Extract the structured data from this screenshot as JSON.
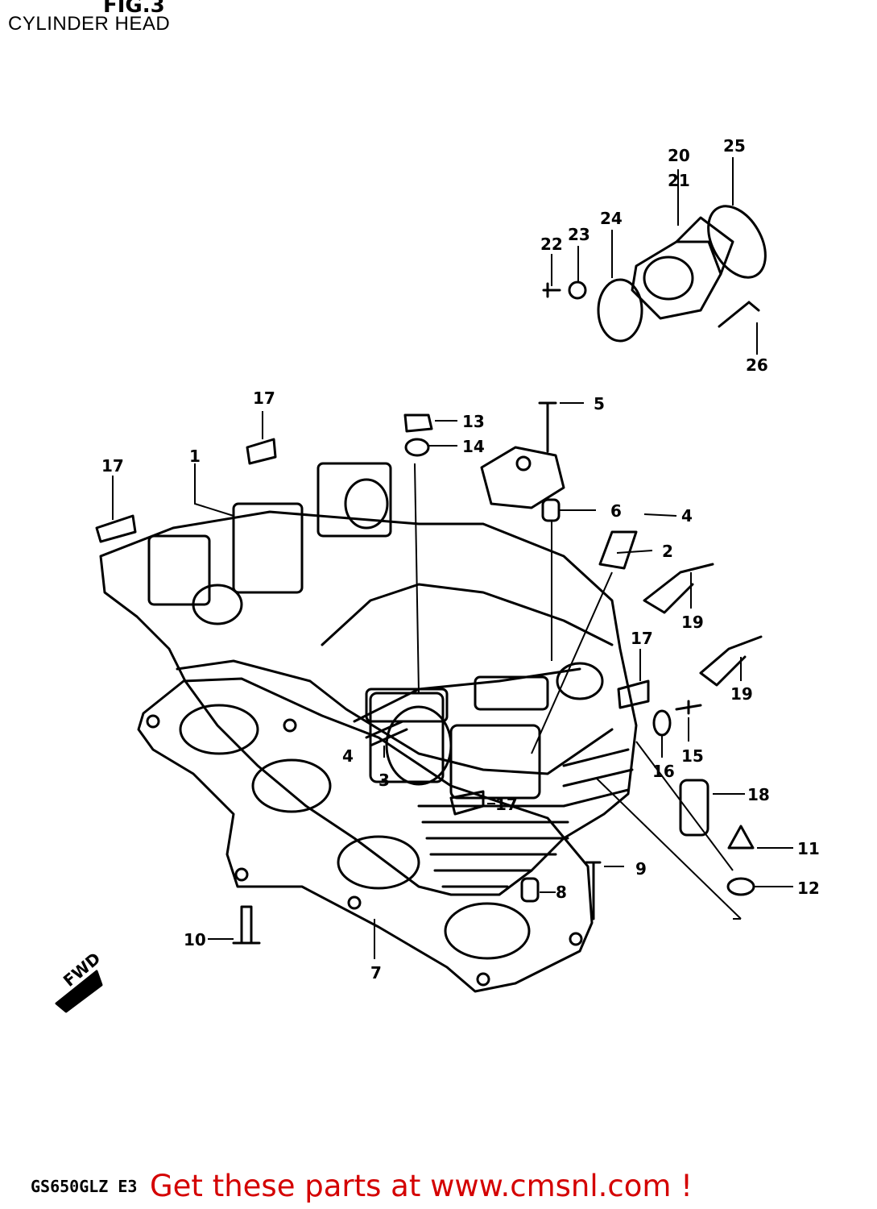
{
  "figure": {
    "number": "FIG.3",
    "title": "CYLINDER HEAD"
  },
  "footer": {
    "model_code": "GS650GLZ E3",
    "promo_text": "Get these parts at www.cmsnl.com !"
  },
  "arrow_label": "FWD",
  "callouts": [
    "1",
    "2",
    "3",
    "4",
    "4",
    "5",
    "6",
    "7",
    "8",
    "9",
    "10",
    "11",
    "12",
    "13",
    "14",
    "15",
    "16",
    "17",
    "17",
    "17",
    "17",
    "18",
    "19",
    "19",
    "20",
    "21",
    "22",
    "23",
    "24",
    "25",
    "26"
  ]
}
